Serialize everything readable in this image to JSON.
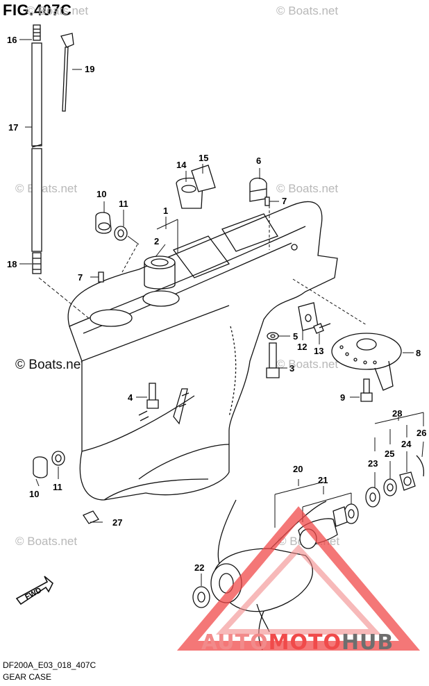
{
  "figure": {
    "title": "FIG.407C"
  },
  "watermarks": {
    "text": "© Boats.net",
    "dark_text": "© Boats.net"
  },
  "callouts": [
    {
      "id": "c16",
      "label": "16"
    },
    {
      "id": "c19",
      "label": "19"
    },
    {
      "id": "c17",
      "label": "17"
    },
    {
      "id": "c18",
      "label": "18"
    },
    {
      "id": "c14",
      "label": "14"
    },
    {
      "id": "c15",
      "label": "15"
    },
    {
      "id": "c6",
      "label": "6"
    },
    {
      "id": "c7a",
      "label": "7"
    },
    {
      "id": "c10a",
      "label": "10"
    },
    {
      "id": "c11a",
      "label": "11"
    },
    {
      "id": "c1",
      "label": "1"
    },
    {
      "id": "c2",
      "label": "2"
    },
    {
      "id": "c7b",
      "label": "7"
    },
    {
      "id": "c5",
      "label": "5"
    },
    {
      "id": "c12",
      "label": "12"
    },
    {
      "id": "c13",
      "label": "13"
    },
    {
      "id": "c8",
      "label": "8"
    },
    {
      "id": "c3",
      "label": "3"
    },
    {
      "id": "c4",
      "label": "4"
    },
    {
      "id": "c9",
      "label": "9"
    },
    {
      "id": "c28",
      "label": "28"
    },
    {
      "id": "c26",
      "label": "26"
    },
    {
      "id": "c24",
      "label": "24"
    },
    {
      "id": "c25",
      "label": "25"
    },
    {
      "id": "c23",
      "label": "23"
    },
    {
      "id": "c20",
      "label": "20"
    },
    {
      "id": "c21",
      "label": "21"
    },
    {
      "id": "c10b",
      "label": "10"
    },
    {
      "id": "c11b",
      "label": "11"
    },
    {
      "id": "c27",
      "label": "27"
    },
    {
      "id": "c22",
      "label": "22"
    }
  ],
  "fwd_label": "FWD",
  "footer": {
    "code": "DF200A_E03_018_407C",
    "caption": "GEAR CASE"
  },
  "brand": {
    "part1": "AUTO",
    "part2": "MOTO",
    "part3": "HUB"
  },
  "colors": {
    "line": "#111111",
    "watermark": "#b8b8b8",
    "logo_red": "#f04a4a",
    "logo_gray": "#6e6e6e"
  }
}
